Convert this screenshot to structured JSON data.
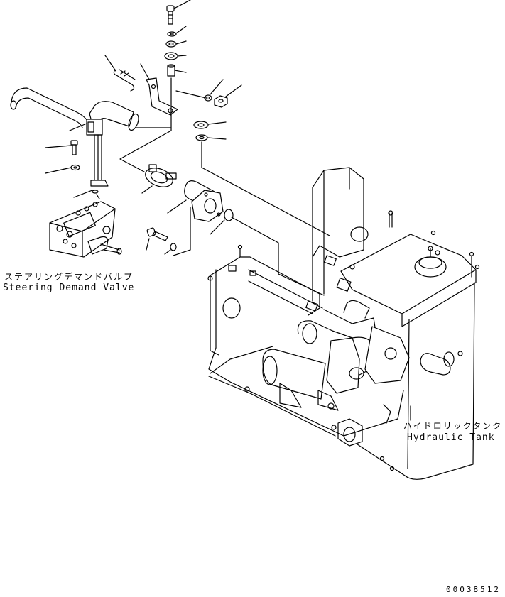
{
  "labels": {
    "steering_demand_valve_jp": "ステアリングデマンドバルブ",
    "steering_demand_valve_en": "Steering Demand Valve",
    "hydraulic_tank_jp": "ハイドロリックタンク",
    "hydraulic_tank_en": "Hydraulic Tank"
  },
  "drawing_number": "00038512",
  "colors": {
    "line": "#000000",
    "background": "#ffffff"
  }
}
